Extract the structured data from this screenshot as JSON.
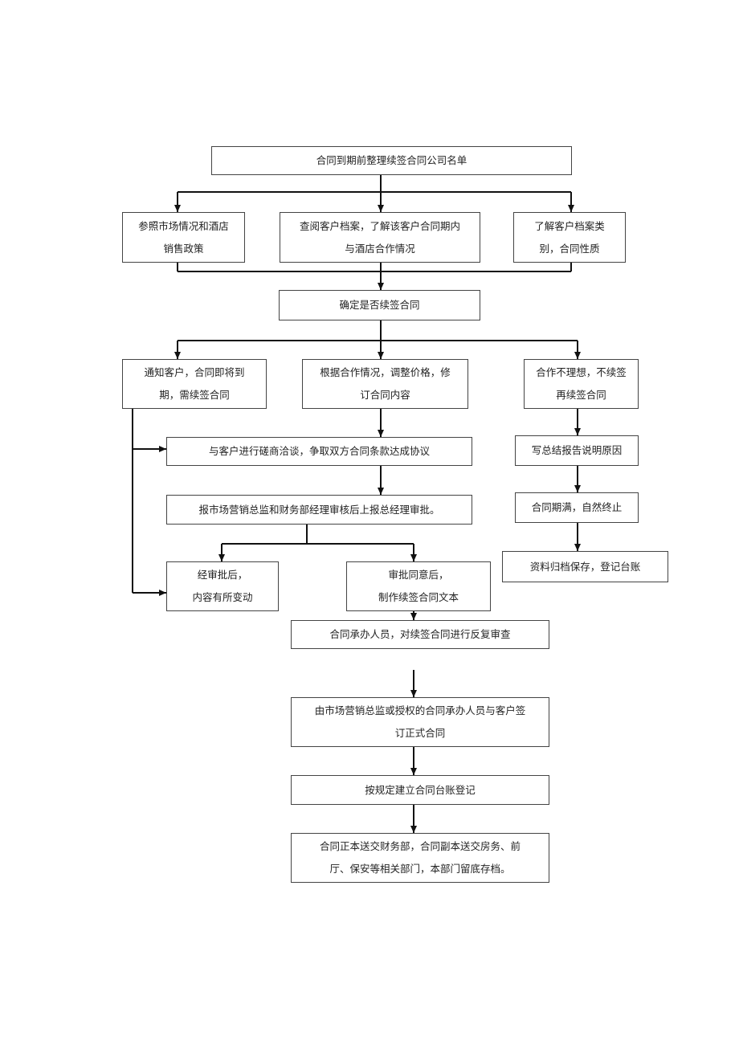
{
  "flow": {
    "compile_list": "合同到期前整理续签合同公司名单",
    "refer_market": [
      "参照市场情况和酒店",
      "销售政策"
    ],
    "check_files": [
      "查阅客户档案，了解该客户合同期内",
      "与酒店合作情况"
    ],
    "know_category": [
      "了解客户档案类",
      "别，合同性质"
    ],
    "decide_renew": "确定是否续签合同",
    "notify_client": [
      "通知客户，合同即将到",
      "期，需续签合同"
    ],
    "adjust_price": [
      "根据合作情况，调整价格，修",
      "订合同内容"
    ],
    "not_renew": [
      "合作不理想，不续签",
      "再续签合同"
    ],
    "negotiate": "与客户进行磋商洽谈，争取双方合同条款达成协议",
    "write_report": "写总结报告说明原因",
    "submit_approval": "报市场营销总监和财务部经理审核后上报总经理审批。",
    "natural_end": "合同期满，自然终止",
    "archive": "资料归档保存，登记台账",
    "changed": [
      "经审批后，",
      "内容有所变动"
    ],
    "approved": [
      "审批同意后，",
      "制作续签合同文本"
    ],
    "review": "合同承办人员，对续签合同进行反复审查",
    "sign": [
      "由市场营销总监或授权的合同承办人员与客户签",
      "订正式合同"
    ],
    "register": "按规定建立合同台账登记",
    "distribute": [
      "合同正本送交财务部，合同副本送交房务、前",
      "厅、保安等相关部门，本部门留底存档。"
    ]
  }
}
